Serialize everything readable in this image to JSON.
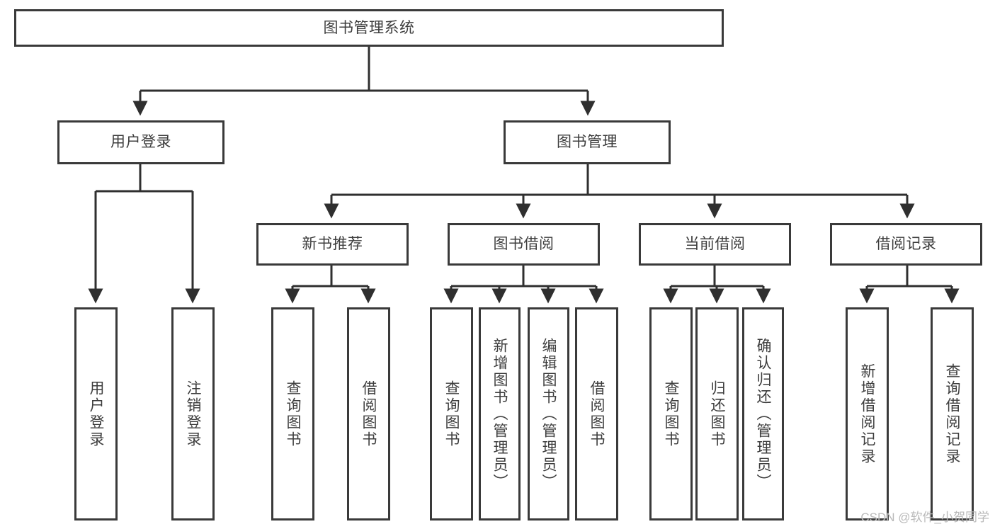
{
  "diagram": {
    "title": "图书管理系统",
    "type": "tree",
    "watermark": "CSDN @软件_小贺同学",
    "style": {
      "box_border": "#3a3a3a",
      "box_fill": "#ffffff",
      "text_color": "#3d3d3d",
      "line_color": "#2f2f2f",
      "background": "#ffffff"
    },
    "root": {
      "id": "root",
      "label": "图书管理系统"
    },
    "level2": [
      {
        "id": "user-login",
        "label": "用户登录"
      },
      {
        "id": "book-management",
        "label": "图书管理"
      }
    ],
    "level3": [
      {
        "id": "new-book-recommend",
        "label": "新书推荐",
        "parent": "book-management"
      },
      {
        "id": "book-borrow",
        "label": "图书借阅",
        "parent": "book-management"
      },
      {
        "id": "current-borrow",
        "label": "当前借阅",
        "parent": "book-management"
      },
      {
        "id": "borrow-record",
        "label": "借阅记录",
        "parent": "book-management"
      }
    ],
    "leaves": [
      {
        "id": "leaf-user-login",
        "label": "用户登录",
        "parent": "user-login"
      },
      {
        "id": "leaf-user-logout",
        "label": "注销登录",
        "parent": "user-login"
      },
      {
        "id": "leaf-query-book-1",
        "label": "查询图书",
        "parent": "new-book-recommend"
      },
      {
        "id": "leaf-borrow-book-1",
        "label": "借阅图书",
        "parent": "new-book-recommend"
      },
      {
        "id": "leaf-query-book-2",
        "label": "查询图书",
        "parent": "book-borrow"
      },
      {
        "id": "leaf-add-book",
        "label": "新增图书（管理员）",
        "parent": "book-borrow"
      },
      {
        "id": "leaf-edit-book",
        "label": "编辑图书（管理员）",
        "parent": "book-borrow"
      },
      {
        "id": "leaf-borrow-book-2",
        "label": "借阅图书",
        "parent": "book-borrow"
      },
      {
        "id": "leaf-query-book-3",
        "label": "查询图书",
        "parent": "current-borrow"
      },
      {
        "id": "leaf-return-book",
        "label": "归还图书",
        "parent": "current-borrow"
      },
      {
        "id": "leaf-confirm-return",
        "label": "确认归还（管理员）",
        "parent": "current-borrow"
      },
      {
        "id": "leaf-add-record",
        "label": "新增借阅记录",
        "parent": "borrow-record"
      },
      {
        "id": "leaf-query-record",
        "label": "查询借阅记录",
        "parent": "borrow-record"
      }
    ]
  }
}
